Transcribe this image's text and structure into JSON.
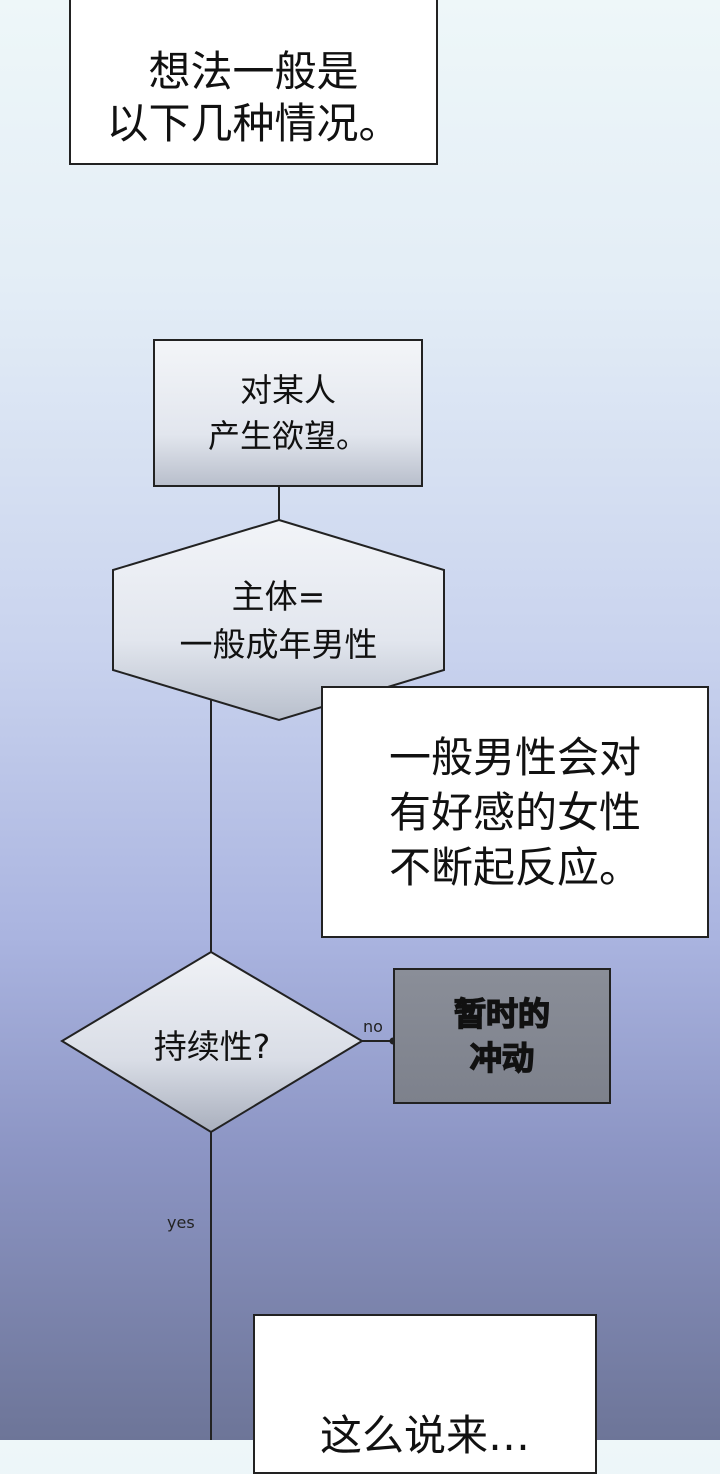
{
  "intro_box": {
    "text": "想法一般是\n以下几种情况。"
  },
  "flowchart": {
    "start": "对某人\n产生欲望。",
    "hexagon": "主体=\n一般成年男性",
    "decision": "持续性?",
    "no_label": "no",
    "yes_label": "yes",
    "no_result": "暂时的\n冲动"
  },
  "caption_box": {
    "text": "一般男性会对\n有好感的女性\n不断起反应。"
  },
  "bottom_box": {
    "text": "这么说来…"
  }
}
